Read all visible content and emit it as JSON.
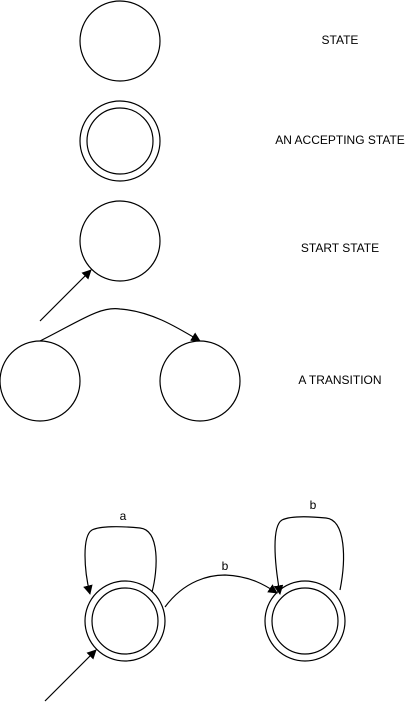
{
  "legend": {
    "state": "STATE",
    "accepting_state": "AN ACCEPTING STATE",
    "start_state": "START STATE",
    "transition": "A TRANSITION"
  },
  "automaton": {
    "self_loop_q0": "a",
    "edge_q0_q1": "b",
    "self_loop_q1": "b"
  },
  "colors": {
    "stroke": "#000000",
    "background": "#ffffff"
  }
}
